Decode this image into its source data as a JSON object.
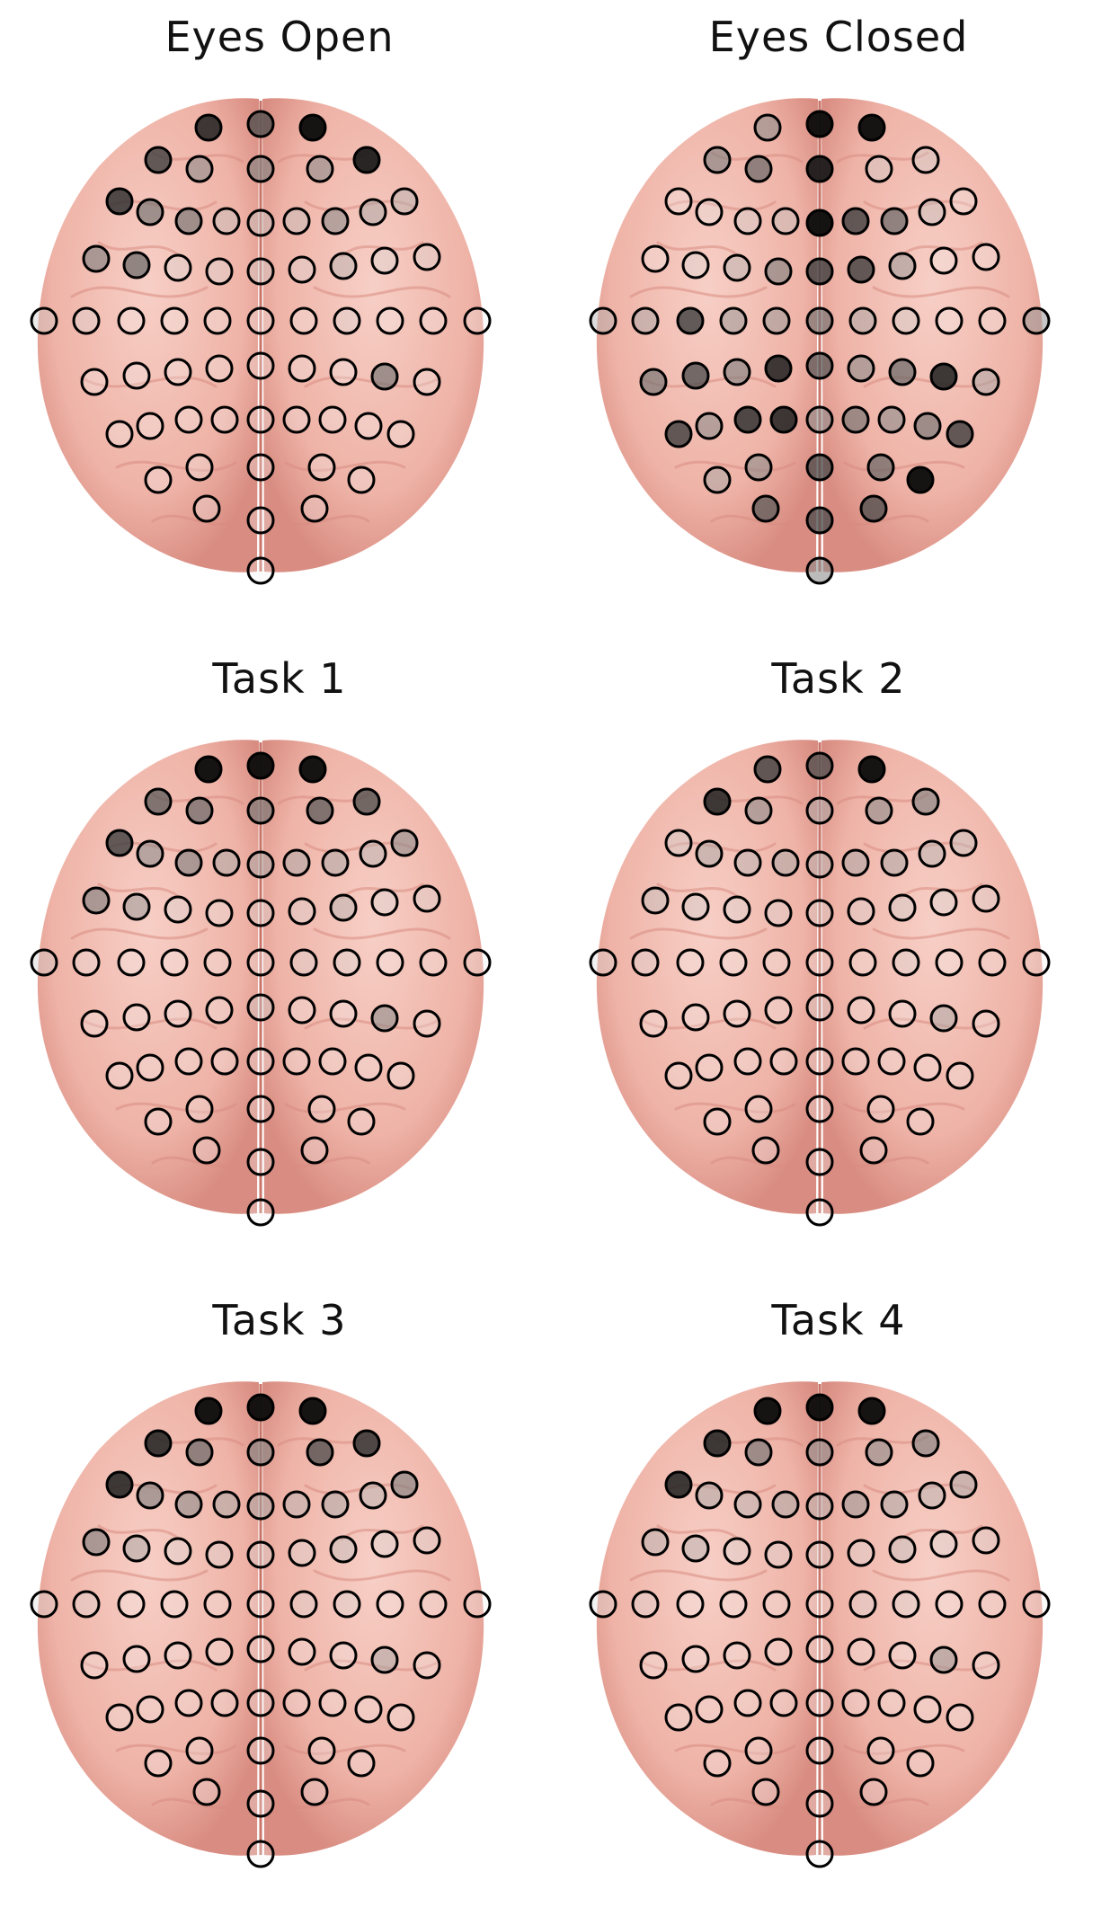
{
  "figure": {
    "panels": [
      {
        "title": "Eyes Open",
        "levels": [
          0.95,
          0.7,
          0.85,
          0.75,
          0.45,
          0.5,
          0.45,
          0.9,
          0.8,
          0.55,
          0.55,
          0.25,
          0.25,
          0.25,
          0.45,
          0.35,
          0.3,
          0.5,
          0.6,
          0.15,
          0.15,
          0.2,
          0.15,
          0.3,
          0.15,
          0.15,
          0.2,
          0.15,
          0.05,
          0.05,
          0.05,
          0.05,
          0.05,
          0.15,
          0.05,
          0.05,
          0.05,
          0.05,
          0.05,
          0.05,
          0.05,
          0.05,
          0.05,
          0.05,
          0.55,
          0.05,
          0.05,
          0.05,
          0.05,
          0.05,
          0.05,
          0.05,
          0.05,
          0.05,
          0.05,
          0.05,
          0.05,
          0.05,
          0.05,
          0.05,
          0.05,
          0.05,
          0.05,
          0.05,
          0.05,
          0.25,
          0.05,
          0.05,
          0.05,
          0.05,
          0.05,
          0.05,
          0.05,
          0.05,
          0.05,
          0.05,
          0.0
        ]
      },
      {
        "title": "Eyes Closed",
        "levels": [
          0.95,
          0.95,
          0.45,
          0.5,
          0.6,
          0.9,
          0.2,
          0.2,
          0.05,
          0.1,
          0.2,
          0.25,
          0.95,
          0.75,
          0.6,
          0.25,
          0.05,
          0.05,
          0.15,
          0.3,
          0.5,
          0.75,
          0.75,
          0.4,
          0.05,
          0.05,
          0.3,
          0.35,
          0.75,
          0.4,
          0.4,
          0.55,
          0.35,
          0.2,
          0.05,
          0.05,
          0.4,
          0.55,
          0.7,
          0.5,
          0.85,
          0.65,
          0.45,
          0.6,
          0.85,
          0.35,
          0.75,
          0.45,
          0.8,
          0.85,
          0.45,
          0.55,
          0.45,
          0.55,
          0.75,
          0.35,
          0.45,
          0.7,
          0.6,
          0.95,
          0.65,
          0.7,
          0.7,
          0.45,
          0.6,
          0.5,
          0.05,
          0.2,
          0.6,
          0.7,
          0.4,
          0.45,
          0.35,
          0.05,
          0.05,
          0.5,
          0.0
        ]
      },
      {
        "title": "Task 1",
        "levels": [
          0.95,
          0.95,
          0.95,
          0.65,
          0.6,
          0.55,
          0.65,
          0.7,
          0.75,
          0.45,
          0.5,
          0.35,
          0.35,
          0.35,
          0.35,
          0.3,
          0.45,
          0.5,
          0.4,
          0.15,
          0.1,
          0.15,
          0.15,
          0.3,
          0.15,
          0.15,
          0.2,
          0.1,
          0.05,
          0.05,
          0.05,
          0.05,
          0.15,
          0.15,
          0.05,
          0.05,
          0.05,
          0.05,
          0.05,
          0.05,
          0.05,
          0.2,
          0.05,
          0.05,
          0.45,
          0.05,
          0.05,
          0.05,
          0.05,
          0.05,
          0.05,
          0.05,
          0.05,
          0.05,
          0.05,
          0.05,
          0.05,
          0.05,
          0.05,
          0.05,
          0.05,
          0.05,
          0.05,
          0.05,
          0.05,
          0.2,
          0.05,
          0.05,
          0.05,
          0.05,
          0.05,
          0.05,
          0.05,
          0.05,
          0.05,
          0.05,
          0.0
        ]
      },
      {
        "title": "Task 2",
        "levels": [
          0.95,
          0.7,
          0.75,
          0.85,
          0.45,
          0.35,
          0.45,
          0.5,
          0.2,
          0.35,
          0.3,
          0.35,
          0.3,
          0.35,
          0.35,
          0.3,
          0.25,
          0.25,
          0.2,
          0.15,
          0.15,
          0.15,
          0.15,
          0.2,
          0.15,
          0.15,
          0.15,
          0.15,
          0.05,
          0.05,
          0.05,
          0.05,
          0.05,
          0.15,
          0.05,
          0.05,
          0.05,
          0.05,
          0.05,
          0.05,
          0.05,
          0.15,
          0.05,
          0.05,
          0.35,
          0.05,
          0.05,
          0.05,
          0.05,
          0.05,
          0.05,
          0.05,
          0.05,
          0.05,
          0.05,
          0.05,
          0.05,
          0.05,
          0.05,
          0.05,
          0.05,
          0.05,
          0.05,
          0.05,
          0.05,
          0.15,
          0.05,
          0.05,
          0.05,
          0.05,
          0.05,
          0.05,
          0.05,
          0.05,
          0.05,
          0.05,
          0.0
        ]
      },
      {
        "title": "Task 3",
        "levels": [
          0.95,
          0.95,
          0.95,
          0.85,
          0.6,
          0.5,
          0.7,
          0.8,
          0.85,
          0.5,
          0.45,
          0.35,
          0.35,
          0.3,
          0.35,
          0.3,
          0.5,
          0.5,
          0.35,
          0.15,
          0.15,
          0.15,
          0.15,
          0.25,
          0.15,
          0.15,
          0.15,
          0.15,
          0.05,
          0.05,
          0.05,
          0.05,
          0.15,
          0.15,
          0.05,
          0.05,
          0.05,
          0.05,
          0.05,
          0.05,
          0.05,
          0.05,
          0.05,
          0.05,
          0.35,
          0.05,
          0.05,
          0.05,
          0.05,
          0.05,
          0.05,
          0.05,
          0.05,
          0.05,
          0.05,
          0.05,
          0.05,
          0.05,
          0.05,
          0.05,
          0.05,
          0.05,
          0.05,
          0.05,
          0.05,
          0.2,
          0.05,
          0.05,
          0.05,
          0.05,
          0.05,
          0.05,
          0.05,
          0.05,
          0.05,
          0.05,
          0.0
        ]
      },
      {
        "title": "Task 4",
        "levels": [
          0.95,
          0.95,
          0.95,
          0.85,
          0.55,
          0.45,
          0.45,
          0.5,
          0.85,
          0.35,
          0.3,
          0.35,
          0.3,
          0.4,
          0.35,
          0.3,
          0.35,
          0.3,
          0.3,
          0.15,
          0.15,
          0.15,
          0.15,
          0.25,
          0.15,
          0.15,
          0.15,
          0.15,
          0.05,
          0.05,
          0.05,
          0.05,
          0.15,
          0.15,
          0.05,
          0.05,
          0.05,
          0.05,
          0.05,
          0.05,
          0.05,
          0.05,
          0.05,
          0.05,
          0.4,
          0.05,
          0.05,
          0.05,
          0.05,
          0.05,
          0.05,
          0.05,
          0.05,
          0.05,
          0.05,
          0.05,
          0.05,
          0.05,
          0.05,
          0.05,
          0.05,
          0.05,
          0.05,
          0.05,
          0.05,
          0.2,
          0.05,
          0.05,
          0.05,
          0.05,
          0.05,
          0.05,
          0.05,
          0.05,
          0.05,
          0.05,
          0.0
        ]
      }
    ]
  },
  "colors": {
    "background": "#ffffff",
    "brain_light": "#f7cfc6",
    "brain_mid": "#efb3a7",
    "brain_dark": "#d98d82",
    "fissure": "#c97468",
    "electrode_stroke": "#000000",
    "electrode_empty": "#ffffff",
    "electrode_full": "#000000"
  },
  "icons": {
    "brain": "brain-illustration",
    "electrode": "circle-marker"
  }
}
